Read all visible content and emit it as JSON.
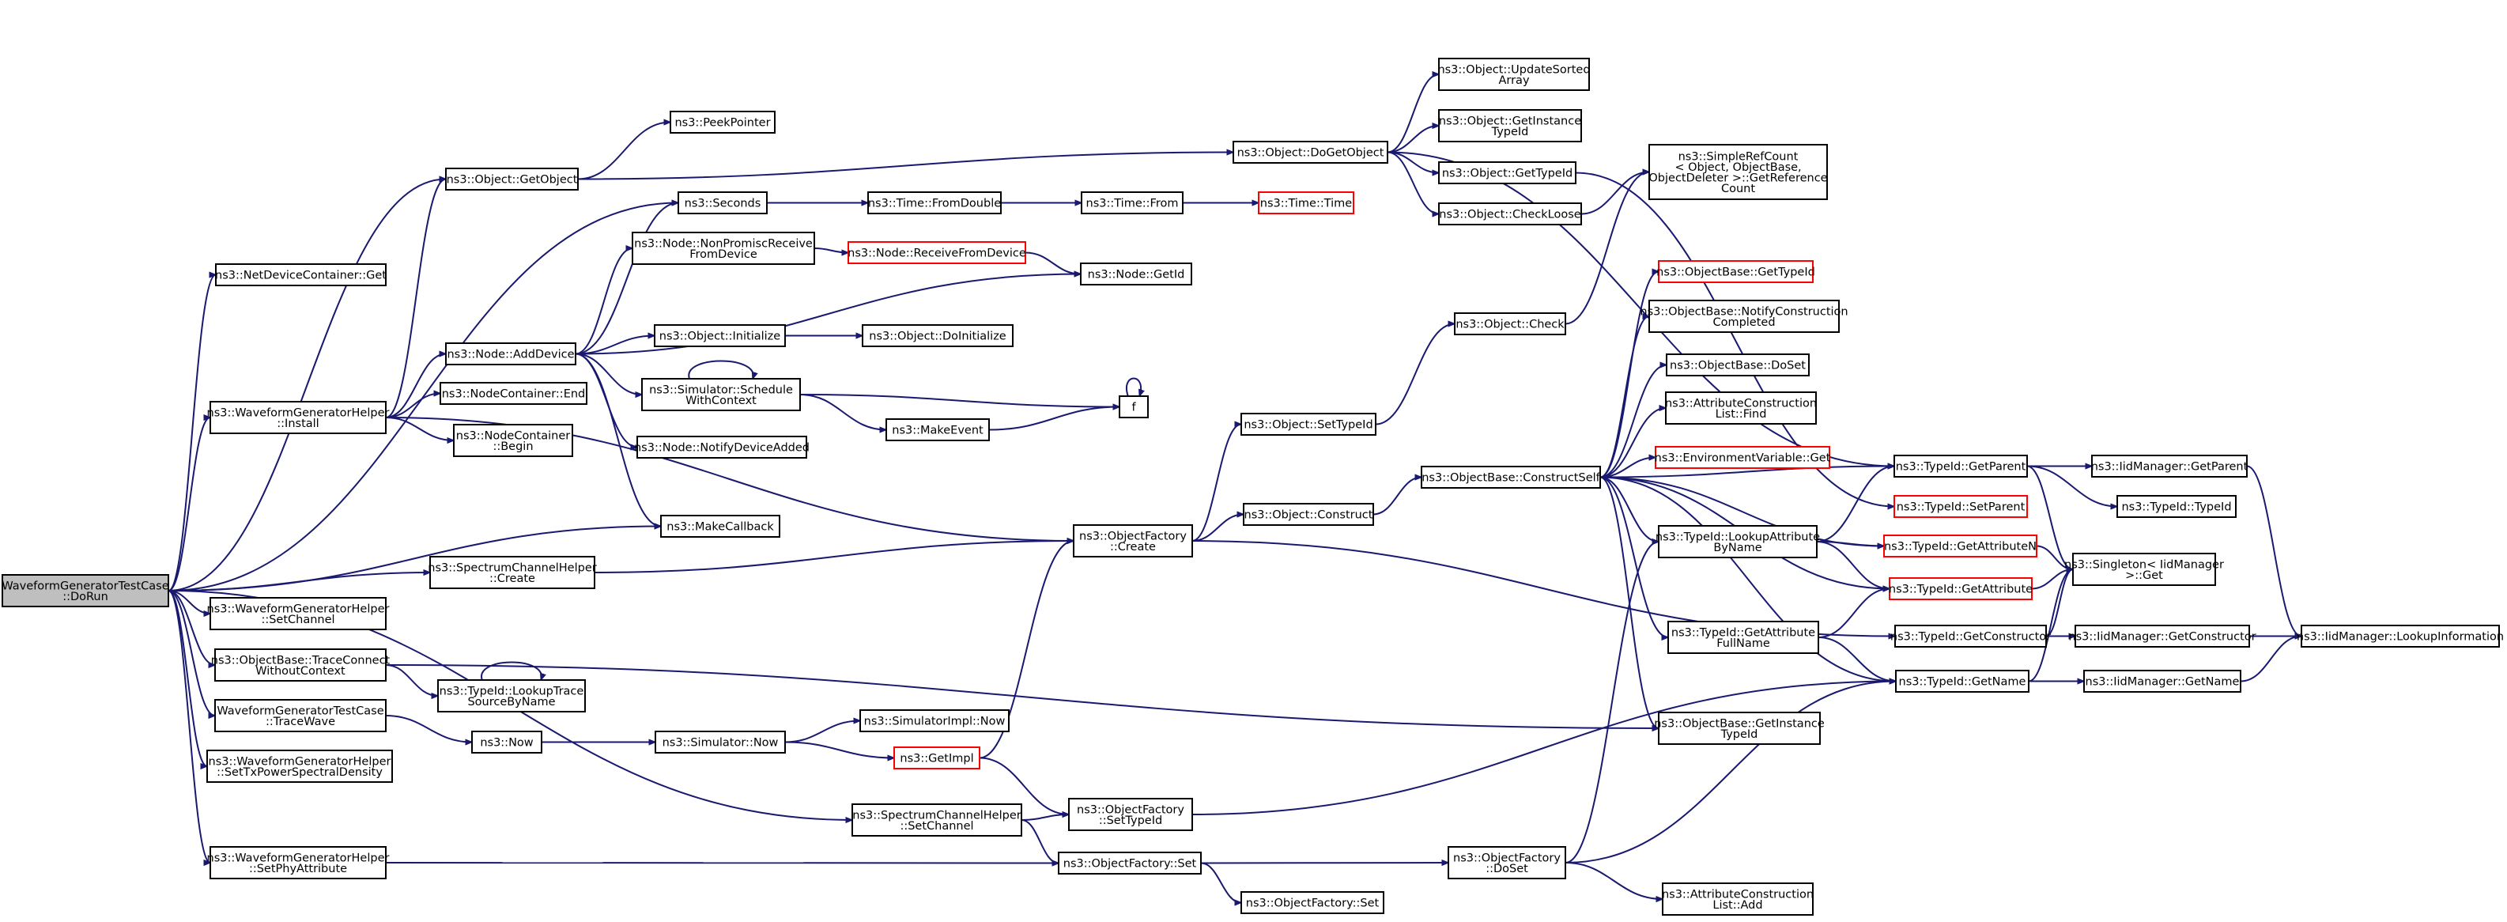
{
  "colors": {
    "edge": "#191970",
    "node_border": "#000000",
    "node_border_missing": "#ff0000",
    "root_fill": "#bfbfbf",
    "node_fill": "#ffffff"
  },
  "nodes": [
    {
      "id": "root",
      "lines": [
        "WaveformGeneratorTestCase",
        "::DoRun"
      ]
    },
    {
      "id": "getobject",
      "lines": [
        "ns3::Object::GetObject"
      ]
    },
    {
      "id": "peekpointer",
      "lines": [
        "ns3::PeekPointer"
      ]
    },
    {
      "id": "dogetobject",
      "lines": [
        "ns3::Object::DoGetObject"
      ]
    },
    {
      "id": "updatesorted",
      "lines": [
        "ns3::Object::UpdateSorted",
        "Array"
      ]
    },
    {
      "id": "getinstancetypeid",
      "lines": [
        "ns3::Object::GetInstance",
        "TypeId"
      ]
    },
    {
      "id": "objgettypeid",
      "lines": [
        "ns3::Object::GetTypeId"
      ]
    },
    {
      "id": "checkloose",
      "lines": [
        "ns3::Object::CheckLoose"
      ]
    },
    {
      "id": "simplerefcount",
      "lines": [
        "ns3::SimpleRefCount",
        "< Object, ObjectBase,",
        "ObjectDeleter >::GetReference",
        "Count"
      ]
    },
    {
      "id": "netdevget",
      "lines": [
        "ns3::NetDeviceContainer::Get"
      ]
    },
    {
      "id": "seconds",
      "lines": [
        "ns3::Seconds"
      ]
    },
    {
      "id": "fromdouble",
      "lines": [
        "ns3::Time::FromDouble"
      ]
    },
    {
      "id": "timefrom",
      "lines": [
        "ns3::Time::From"
      ]
    },
    {
      "id": "timetime",
      "lines": [
        "ns3::Time::Time"
      ]
    },
    {
      "id": "nonpromisc",
      "lines": [
        "ns3::Node::NonPromiscReceive",
        "FromDevice"
      ]
    },
    {
      "id": "receivefromdevice",
      "lines": [
        "ns3::Node::ReceiveFromDevice"
      ]
    },
    {
      "id": "nodegetid",
      "lines": [
        "ns3::Node::GetId"
      ]
    },
    {
      "id": "adddevice",
      "lines": [
        "ns3::Node::AddDevice"
      ]
    },
    {
      "id": "objinitialize",
      "lines": [
        "ns3::Object::Initialize"
      ]
    },
    {
      "id": "doinitialize",
      "lines": [
        "ns3::Object::DoInitialize"
      ]
    },
    {
      "id": "schedulewithcontext",
      "lines": [
        "ns3::Simulator::Schedule",
        "WithContext"
      ]
    },
    {
      "id": "f",
      "lines": [
        "f"
      ]
    },
    {
      "id": "makeevent",
      "lines": [
        "ns3::MakeEvent"
      ]
    },
    {
      "id": "notifydeviceadded",
      "lines": [
        "ns3::Node::NotifyDeviceAdded"
      ]
    },
    {
      "id": "wghinstall",
      "lines": [
        "ns3::WaveformGeneratorHelper",
        "::Install"
      ]
    },
    {
      "id": "nodecontend",
      "lines": [
        "ns3::NodeContainer::End"
      ]
    },
    {
      "id": "nodecontbegin",
      "lines": [
        "ns3::NodeContainer",
        "::Begin"
      ]
    },
    {
      "id": "makecallback",
      "lines": [
        "ns3::MakeCallback"
      ]
    },
    {
      "id": "objcheck",
      "lines": [
        "ns3::Object::Check"
      ]
    },
    {
      "id": "objsettypeid",
      "lines": [
        "ns3::Object::SetTypeId"
      ]
    },
    {
      "id": "objfactcreate",
      "lines": [
        "ns3::ObjectFactory",
        "::Create"
      ]
    },
    {
      "id": "objconstruct",
      "lines": [
        "ns3::Object::Construct"
      ]
    },
    {
      "id": "constructself",
      "lines": [
        "ns3::ObjectBase::ConstructSelf"
      ]
    },
    {
      "id": "obgettypeid",
      "lines": [
        "ns3::ObjectBase::GetTypeId"
      ]
    },
    {
      "id": "notifyconstruction",
      "lines": [
        "ns3::ObjectBase::NotifyConstruction",
        "Completed"
      ]
    },
    {
      "id": "obdoset",
      "lines": [
        "ns3::ObjectBase::DoSet"
      ]
    },
    {
      "id": "attrconstructfind",
      "lines": [
        "ns3::AttributeConstruction",
        "List::Find"
      ]
    },
    {
      "id": "envget",
      "lines": [
        "ns3::EnvironmentVariable::Get"
      ]
    },
    {
      "id": "tidgetparent",
      "lines": [
        "ns3::TypeId::GetParent"
      ]
    },
    {
      "id": "iidgetparent",
      "lines": [
        "ns3::IidManager::GetParent"
      ]
    },
    {
      "id": "tidsetparent",
      "lines": [
        "ns3::TypeId::SetParent"
      ]
    },
    {
      "id": "tidtypeid",
      "lines": [
        "ns3::TypeId::TypeId"
      ]
    },
    {
      "id": "lookupattrbyname",
      "lines": [
        "ns3::TypeId::LookupAttribute",
        "ByName"
      ]
    },
    {
      "id": "tidgetattrn",
      "lines": [
        "ns3::TypeId::GetAttributeN"
      ]
    },
    {
      "id": "singletonget",
      "lines": [
        "ns3::Singleton< IidManager",
        ">::Get"
      ]
    },
    {
      "id": "tidgetattr",
      "lines": [
        "ns3::TypeId::GetAttribute"
      ]
    },
    {
      "id": "getattrfullname",
      "lines": [
        "ns3::TypeId::GetAttribute",
        "FullName"
      ]
    },
    {
      "id": "tidgetconstructor",
      "lines": [
        "ns3::TypeId::GetConstructor"
      ]
    },
    {
      "id": "iidgetconstructor",
      "lines": [
        "ns3::IidManager::GetConstructor"
      ]
    },
    {
      "id": "iidlookupinfo",
      "lines": [
        "ns3::IidManager::LookupInformation"
      ]
    },
    {
      "id": "tidgetname",
      "lines": [
        "ns3::TypeId::GetName"
      ]
    },
    {
      "id": "iidgetname",
      "lines": [
        "ns3::IidManager::GetName"
      ]
    },
    {
      "id": "obgetinstancetypeid",
      "lines": [
        "ns3::ObjectBase::GetInstance",
        "TypeId"
      ]
    },
    {
      "id": "schcreate",
      "lines": [
        "ns3::SpectrumChannelHelper",
        "::Create"
      ]
    },
    {
      "id": "wghsetchannel",
      "lines": [
        "ns3::WaveformGeneratorHelper",
        "::SetChannel"
      ]
    },
    {
      "id": "traceconnect",
      "lines": [
        "ns3::ObjectBase::TraceConnect",
        "WithoutContext"
      ]
    },
    {
      "id": "lookuptrace",
      "lines": [
        "ns3::TypeId::LookupTrace",
        "SourceByName"
      ]
    },
    {
      "id": "tracewave",
      "lines": [
        "WaveformGeneratorTestCase",
        "::TraceWave"
      ]
    },
    {
      "id": "now",
      "lines": [
        "ns3::Now"
      ]
    },
    {
      "id": "simnow",
      "lines": [
        "ns3::Simulator::Now"
      ]
    },
    {
      "id": "simimplnow",
      "lines": [
        "ns3::SimulatorImpl::Now"
      ]
    },
    {
      "id": "getimpl",
      "lines": [
        "ns3::GetImpl"
      ]
    },
    {
      "id": "settxpsd",
      "lines": [
        "ns3::WaveformGeneratorHelper",
        "::SetTxPowerSpectralDensity"
      ]
    },
    {
      "id": "schsetchannel",
      "lines": [
        "ns3::SpectrumChannelHelper",
        "::SetChannel"
      ]
    },
    {
      "id": "ofsettypeid",
      "lines": [
        "ns3::ObjectFactory",
        "::SetTypeId"
      ]
    },
    {
      "id": "wghsetphyattr",
      "lines": [
        "ns3::WaveformGeneratorHelper",
        "::SetPhyAttribute"
      ]
    },
    {
      "id": "ofset",
      "lines": [
        "ns3::ObjectFactory::Set"
      ]
    },
    {
      "id": "ofset2",
      "lines": [
        "ns3::ObjectFactory::Set"
      ]
    },
    {
      "id": "ofdoset",
      "lines": [
        "ns3::ObjectFactory",
        "::DoSet"
      ]
    },
    {
      "id": "attrconstructadd",
      "lines": [
        "ns3::AttributeConstruction",
        "List::Add"
      ]
    }
  ]
}
